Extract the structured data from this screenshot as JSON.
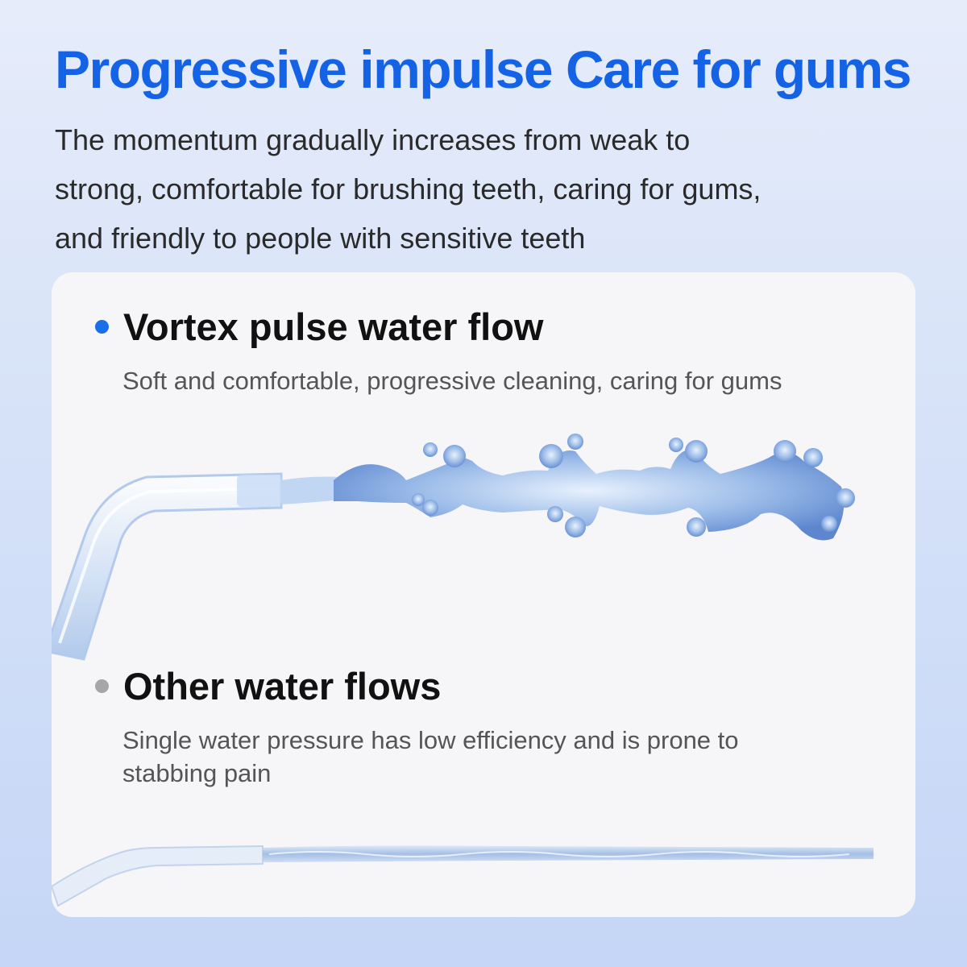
{
  "header": {
    "title": "Progressive impulse Care for gums",
    "intro": "The momentum gradually increases from weak to strong, comfortable for brushing teeth, caring for gums, and friendly to people with sensitive teeth"
  },
  "comparison": {
    "vortex": {
      "heading": "Vortex pulse water flow",
      "description": "Soft and comfortable, progressive cleaning, caring for gums",
      "bullet_color": "#1a6ee8"
    },
    "other": {
      "heading": "Other water flows",
      "description": "Single water pressure has low efficiency and is prone to stabbing pain",
      "bullet_color": "#a6a6a6"
    }
  },
  "colors": {
    "title": "#1463e6",
    "background_top": "#e6ecfa",
    "background_bottom": "#c5d6f6",
    "card": "#f6f6f8",
    "water": "#8fb3e8"
  }
}
